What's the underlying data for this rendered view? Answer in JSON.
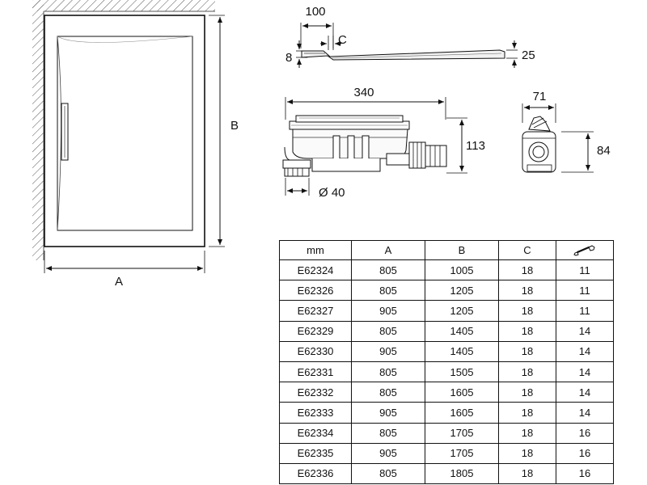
{
  "plan_view": {
    "label_a": "A",
    "label_b": "B"
  },
  "side_view": {
    "label_100": "100",
    "label_c": "C",
    "label_8": "8",
    "label_25": "25"
  },
  "drain_view": {
    "label_340": "340",
    "label_113": "113",
    "label_diameter": "Ø 40"
  },
  "end_view": {
    "label_71": "71",
    "label_84": "84"
  },
  "table": {
    "headers": [
      "mm",
      "A",
      "B",
      "C",
      "wrench-icon"
    ],
    "rows": [
      [
        "E62324",
        "805",
        "1005",
        "18",
        "11"
      ],
      [
        "E62326",
        "805",
        "1205",
        "18",
        "11"
      ],
      [
        "E62327",
        "905",
        "1205",
        "18",
        "11"
      ],
      [
        "E62329",
        "805",
        "1405",
        "18",
        "14"
      ],
      [
        "E62330",
        "905",
        "1405",
        "18",
        "14"
      ],
      [
        "E62331",
        "805",
        "1505",
        "18",
        "14"
      ],
      [
        "E62332",
        "805",
        "1605",
        "18",
        "14"
      ],
      [
        "E62333",
        "905",
        "1605",
        "18",
        "14"
      ],
      [
        "E62334",
        "805",
        "1705",
        "18",
        "16"
      ],
      [
        "E62335",
        "905",
        "1705",
        "18",
        "16"
      ],
      [
        "E62336",
        "805",
        "1805",
        "18",
        "16"
      ]
    ]
  }
}
